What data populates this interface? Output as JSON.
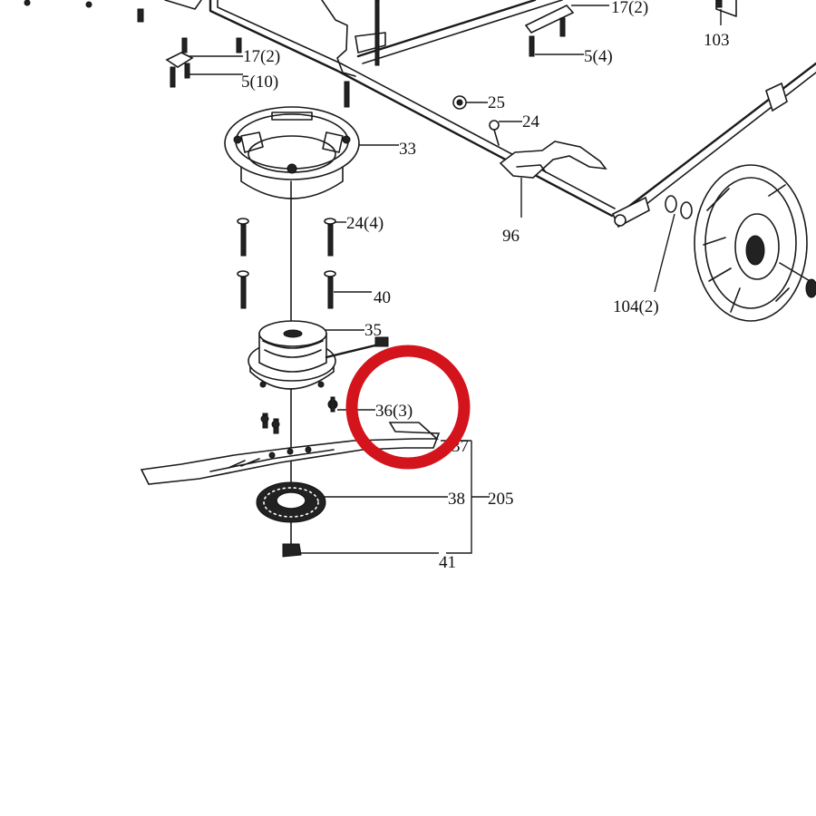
{
  "labels": {
    "l17a": "17(2)",
    "l5a": "5(10)",
    "l17b": "17(2)",
    "l5b": "5(4)",
    "l103": "103",
    "l25": "25",
    "l24": "24",
    "l33": "33",
    "l96": "96",
    "l24x4": "24(4)",
    "l40": "40",
    "l104": "104(2)",
    "l35": "35",
    "l36": "36(3)",
    "l37": "37",
    "l38": "38",
    "l205": "205",
    "l41": "41"
  },
  "colors": {
    "line": "#1a1a1a",
    "highlight": "#d4141c",
    "background": "#ffffff"
  },
  "highlight": {
    "target_label": "36(3)"
  }
}
